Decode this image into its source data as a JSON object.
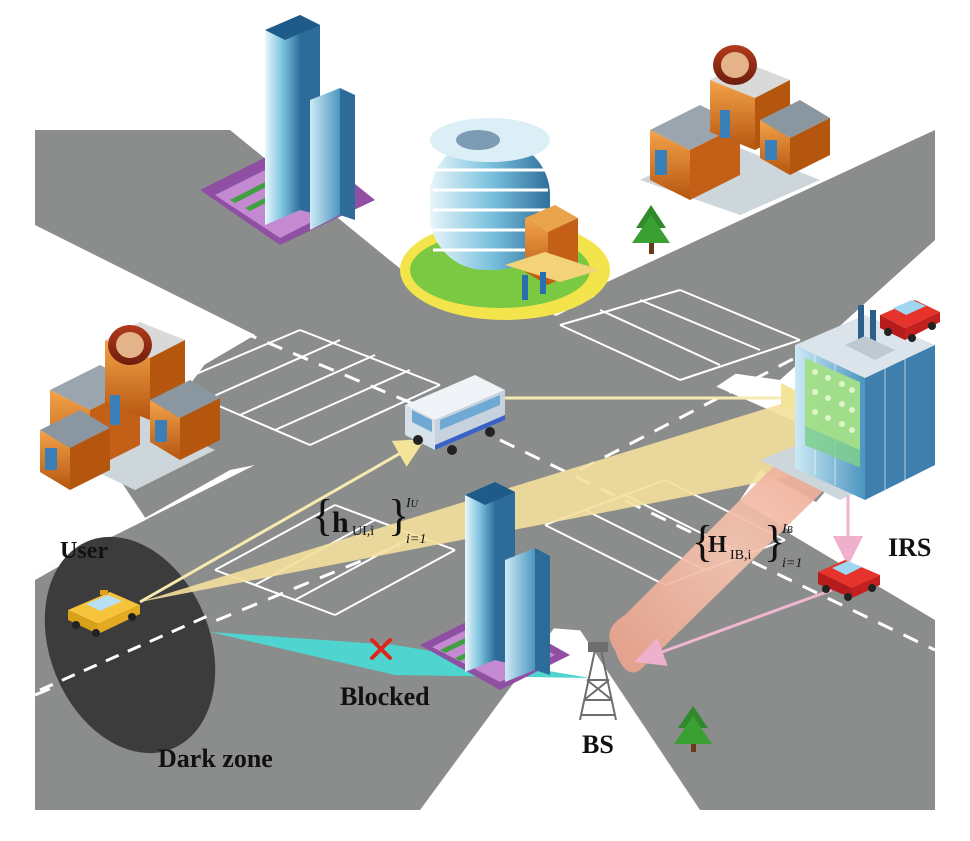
{
  "labels": {
    "user": "User",
    "dark_zone": "Dark zone",
    "blocked": "Blocked",
    "bs": "BS",
    "irs": "IRS"
  },
  "channels": {
    "ui": {
      "symbol": "h",
      "subscript": "UI,i",
      "superscript": "I_U",
      "sup_main": "I",
      "sup_sub": "U",
      "lower": "i=1"
    },
    "ib": {
      "symbol": "H",
      "subscript": "IB,i",
      "superscript": "I_B",
      "sup_main": "I",
      "sup_sub": "B",
      "lower": "i=1"
    }
  },
  "colors": {
    "road": "#8a8d8c",
    "road_edge": "#ffffff",
    "sidewalk": "#ffffff",
    "lane_mark": "#ffffff",
    "dark_zone": "#3c3c3c",
    "beam_yellow": "#f3df9c",
    "beam_pink": "#f2b9a6",
    "beam_cyan": "#4fd4cf",
    "arrow_yellow": "#f6eab0",
    "arrow_pink": "#efb6cf",
    "block_mark": "#e0261a",
    "building_glass": "#6fb8d8",
    "brick": "#d4721c",
    "tree": "#2f8a2c"
  },
  "icons": [
    "skyscraper-icon",
    "office-tower-icon",
    "shop-building-icon",
    "bus-icon",
    "taxi-icon",
    "red-car-icon",
    "tree-icon",
    "antenna-tower-icon",
    "irs-building-icon",
    "blocked-x-icon"
  ]
}
